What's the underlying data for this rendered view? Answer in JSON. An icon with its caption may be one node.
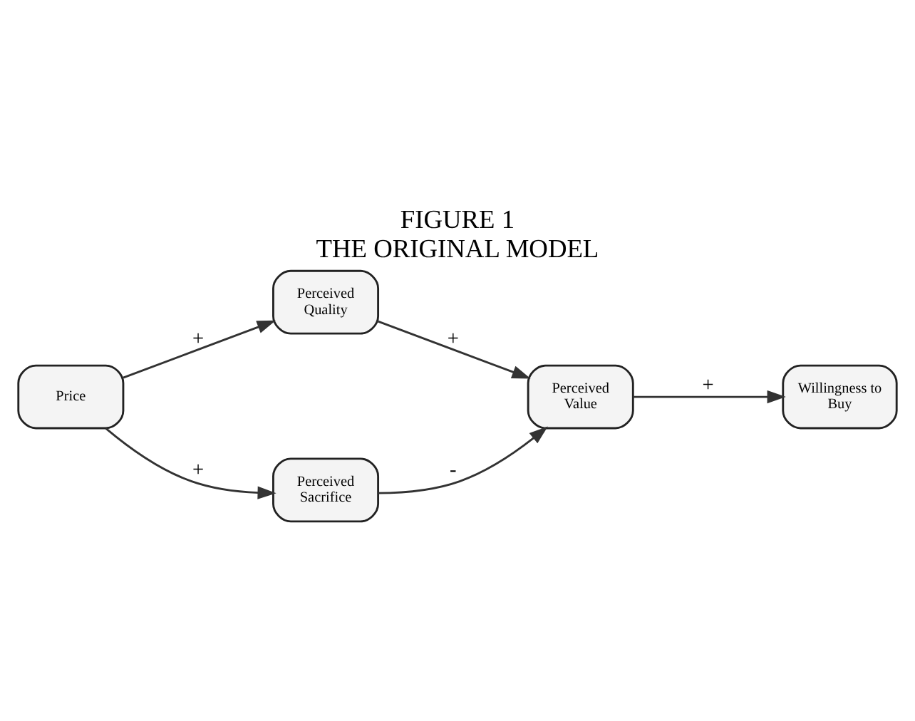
{
  "diagram": {
    "title": "FIGURE 1 THE ORIGINAL MODEL",
    "nodes": [
      {
        "text": [
          "Price"
        ]
      },
      {
        "text": [
          "Perceived Quality"
        ]
      },
      {
        "text": [
          "Perceived Sacrifice"
        ]
      },
      {
        "text": [
          "Perceived Value"
        ]
      },
      {
        "text": [
          "Willingness to Buy"
        ]
      }
    ],
    "edges": [
      {
        "from": 0,
        "to": 1,
        "arrow": "to",
        "label": "+"
      },
      {
        "from": 0,
        "to": 2,
        "arrow": "to",
        "label": "+"
      },
      {
        "from": 1,
        "to": 3,
        "arrow": "to",
        "label": "+"
      },
      {
        "from": 2,
        "to": 3,
        "arrow": "to",
        "label": "-"
      },
      {
        "from": 3,
        "to": 4,
        "arrow": "to",
        "label": "+"
      }
    ]
  }
}
